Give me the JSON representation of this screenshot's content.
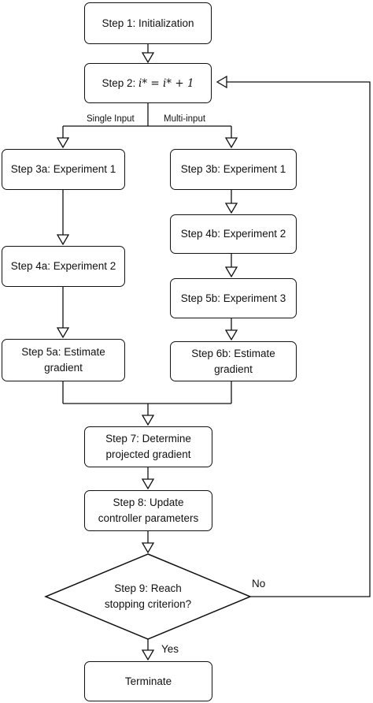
{
  "nodes": {
    "step1": "Step 1: Initialization",
    "step2_prefix": "Step 2: ",
    "step2_formula": "i* = i* + 1",
    "step3a": "Step 3a: Experiment 1",
    "step4a": "Step 4a: Experiment 2",
    "step5a": "Step 5a: Estimate\ngradient",
    "step3b": "Step 3b: Experiment 1",
    "step4b": "Step 4b: Experiment 2",
    "step5b": "Step 5b: Experiment 3",
    "step6b": "Step 6b: Estimate\ngradient",
    "step7": "Step 7: Determine\nprojected gradient",
    "step8": "Step 8: Update\ncontroller parameters",
    "step9": "Step 9: Reach\nstopping criterion?",
    "terminate": "Terminate"
  },
  "edge_labels": {
    "single_input": "Single Input",
    "multi_input": "Multi-input",
    "yes": "Yes",
    "no": "No"
  }
}
